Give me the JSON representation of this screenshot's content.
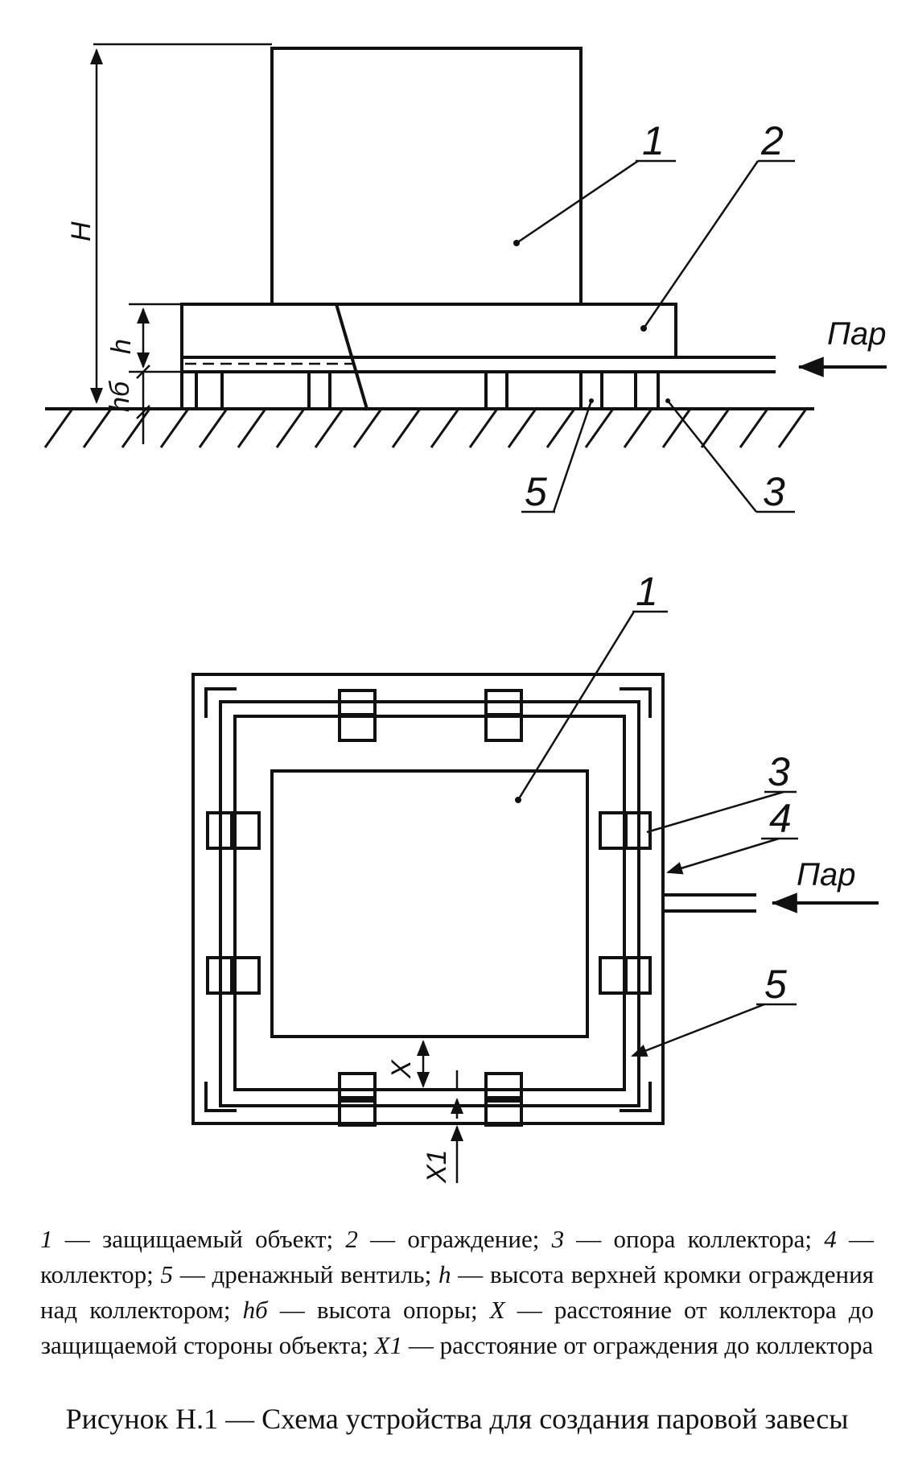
{
  "side_view": {
    "labels": {
      "n1": "1",
      "n2": "2",
      "n3": "3",
      "n5": "5",
      "steam": "Пар"
    },
    "dims": {
      "H": "H",
      "h": "h",
      "hb": "hб"
    }
  },
  "plan_view": {
    "labels": {
      "n1": "1",
      "n3": "3",
      "n4": "4",
      "n5": "5",
      "steam": "Пар"
    },
    "dims": {
      "X": "X",
      "X1": "X1"
    }
  },
  "legend": {
    "items": [
      {
        "key": "1",
        "text": " — защищаемый объект; "
      },
      {
        "key": "2",
        "text": " — ограждение; "
      },
      {
        "key": "3",
        "text": " — опора коллектора; "
      },
      {
        "key": "4",
        "text": " — коллектор; "
      },
      {
        "key": "5",
        "text": " — дренажный вентиль; "
      },
      {
        "key": "h",
        "text": " — высота верхней кромки ограждения над коллектором; "
      },
      {
        "key": "hб",
        "text": " — высота опоры; "
      },
      {
        "key": "X",
        "text": " — расстояние от коллектора до защищаемой стороны объекта; "
      },
      {
        "key": "X1",
        "text": " — расстояние от ограждения до коллектора"
      }
    ]
  },
  "caption": "Рисунок Н.1 — Схема устройства для создания паровой завесы"
}
